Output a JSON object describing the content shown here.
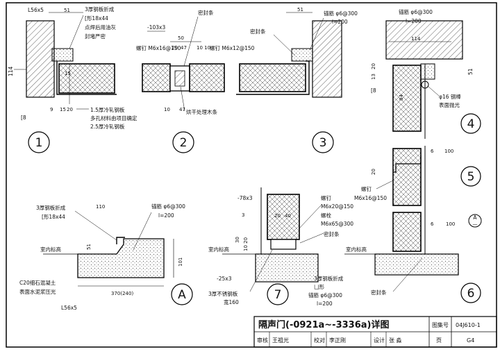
{
  "sheet": {
    "title": "隔声门(-0921a~-3336a)详图",
    "atlas_label": "图集号",
    "atlas_no": "04J610-1",
    "page_label": "页",
    "page_no": "G4",
    "signatures": {
      "review_label": "审核",
      "reviewer": "王祖光",
      "check_label": "校对",
      "checker": "李正刚",
      "design_label": "设计",
      "designer": "张 淼"
    }
  },
  "details": {
    "d1": {
      "number": "1",
      "angle": "L56x5",
      "dim_51": "51",
      "dim_114": "114",
      "dim_15": "15",
      "dim_9": "9",
      "dim_20": "20",
      "c8": "[8",
      "n1": "3厚钢板折成",
      "n2": "[形18x44",
      "n3": "点焊后用油灰",
      "n4": "封堵严密",
      "n5": "1.5厚冷轧钢板",
      "n6": "多孔材料由项目确定",
      "n7": "2.5厚冷轧钢板"
    },
    "d2": {
      "number": "2",
      "plate": "-103x3",
      "seal": "密封条",
      "dim_50": "50",
      "dim_20": "20",
      "dim_47": "47",
      "dim_1010": "10 10",
      "screw_left": "螺钉 M6x16@150",
      "screw_right": "螺钉 M6x12@150",
      "dim_10": "10",
      "dim_47b": "47",
      "wood": "烘干处理木条"
    },
    "d3": {
      "number": "3",
      "dim_51": "51",
      "anchor": "锚筋 φ6@300",
      "anchor_len": "l=200",
      "seal": "密封条"
    },
    "d4": {
      "number": "4",
      "anchor": "锚筋 φ6@300",
      "anchor_len": "l=200",
      "dim_114": "114",
      "dim_51": "51",
      "dim_20": "20",
      "dim_13": "13",
      "c8": "[8",
      "dim_84": "84",
      "rod": "φ16 钢棒",
      "rod_note": "表面抛光"
    },
    "d5": {
      "number": "5",
      "dim_6": "6",
      "dim_100": "100",
      "dim_20": "20",
      "screw": "螺钉",
      "screw_spec": "M6x16@150"
    },
    "d6": {
      "number": "6",
      "dim_6": "6",
      "dim_100": "100",
      "floor": "室内标高",
      "seal": "密封条",
      "ref": "A",
      "ref_sub": "—"
    },
    "d7": {
      "number": "7",
      "plate": "-78x3",
      "dim_3": "3",
      "dim_20": "20",
      "dim_40": "40",
      "dim_30": "30",
      "dim_1020": "10 20",
      "screw": "螺钉",
      "screw_spec": "M6x20@150",
      "bolt": "螺栓",
      "bolt_spec": "M6x65@300",
      "seal": "密封条",
      "floor": "室内标高",
      "plate25": "-25x3",
      "stainless": "3厚不锈钢板",
      "width": "宽160",
      "bent": "3厚钢板折成",
      "bent2": "凵形",
      "anchor": "锚筋 φ6@300",
      "anchor_len": "l=200"
    },
    "dA": {
      "number": "A",
      "n1": "3厚钢板折成",
      "n2": "[形18x44",
      "dim_110": "110",
      "anchor": "锚筋 φ6@300",
      "anchor_len": "l=200",
      "floor": "室内标高",
      "dim_51": "51",
      "dim_101": "101",
      "concrete": "C20细石混凝土",
      "concrete2": "表面水泥浆压光",
      "dim_370": "370(240)",
      "angle": "L56x5"
    }
  }
}
